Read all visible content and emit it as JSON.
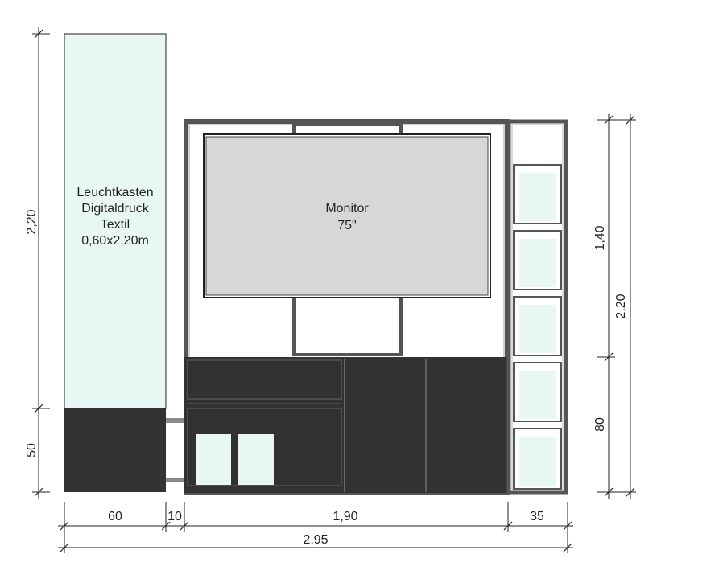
{
  "lightbox": {
    "line1": "Leuchtkasten",
    "line2": "Digitaldruck",
    "line3": "Textil",
    "line4": "0,60x2,20m"
  },
  "monitor": {
    "line1": "Monitor",
    "line2": "75\""
  },
  "dimensions": {
    "left_total_height": "2,20",
    "left_base_height": "50",
    "right_upper_height": "1,40",
    "right_lower_height": "80",
    "right_total_height": "2,20",
    "width_lightbox": "60",
    "width_gap": "10",
    "width_main": "1,90",
    "width_shelf": "35",
    "width_total": "2,95"
  },
  "colors": {
    "cabinet": "#323232",
    "lightbox_face": "#e9f7f4",
    "monitor_screen": "#d7d7d7",
    "frame": "#555555",
    "shelf_glass": "#e9f7f4"
  }
}
